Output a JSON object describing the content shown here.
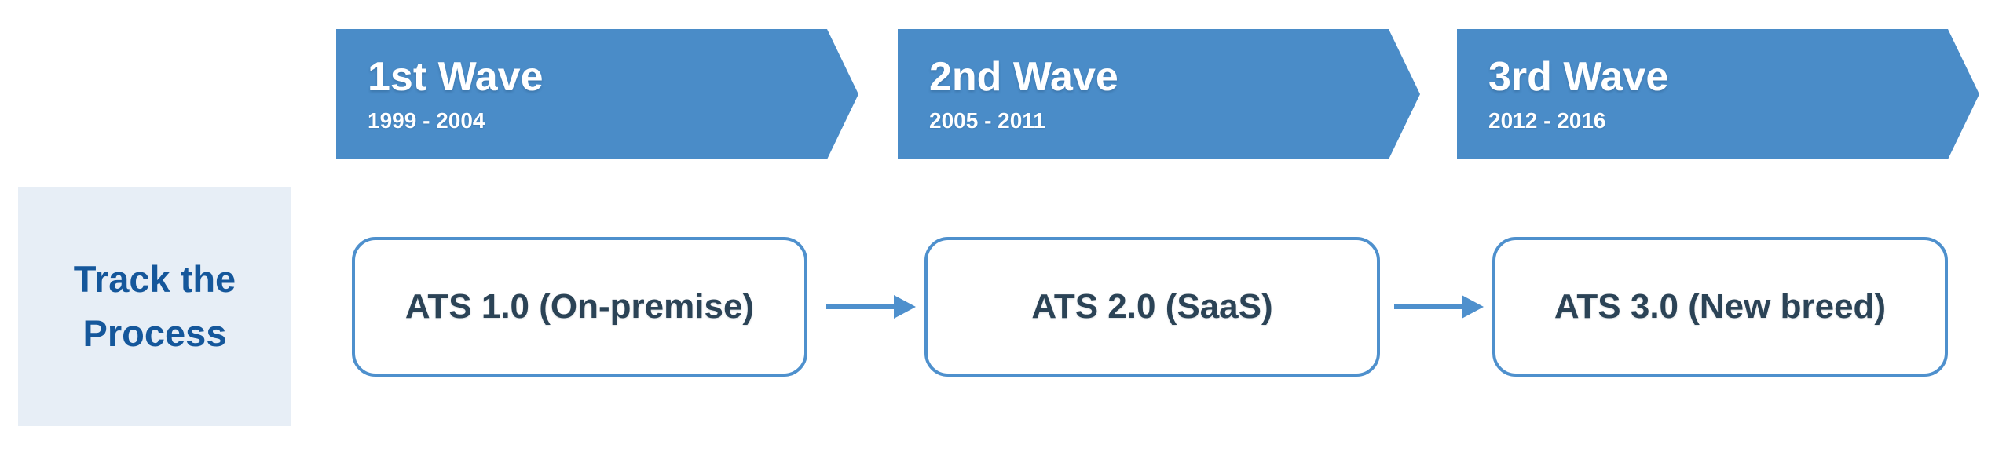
{
  "left_panel": {
    "label": "Track the Process"
  },
  "waves": [
    {
      "title": "1st Wave",
      "period": "1999 - 2004",
      "item": "ATS 1.0 (On-premise)"
    },
    {
      "title": "2nd Wave",
      "period": "2005 - 2011",
      "item": "ATS 2.0 (SaaS)"
    },
    {
      "title": "3rd Wave",
      "period": "2012 - 2016",
      "item": "ATS 3.0 (New breed)"
    }
  ],
  "colors": {
    "wave_fill": "#4A8CC8",
    "wave_text": "#FFFFFF",
    "box_border": "#4E90CD",
    "box_text": "#2B4356",
    "arrow": "#4E90CD",
    "panel_bg": "#E7EEF6",
    "panel_text": "#15579B",
    "background": "#FFFFFF"
  }
}
